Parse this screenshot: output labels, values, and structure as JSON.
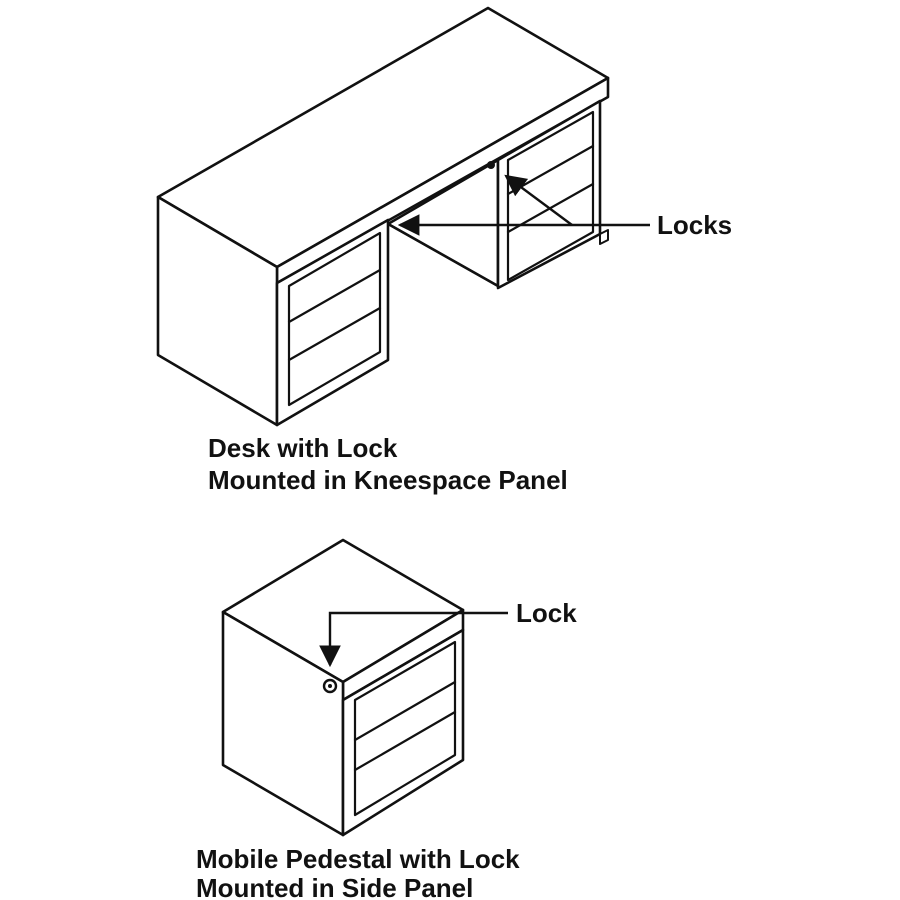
{
  "desk": {
    "callout": "Locks",
    "caption_line1": "Desk with Lock",
    "caption_line2": "Mounted in Kneespace Panel"
  },
  "pedestal": {
    "callout": "Lock",
    "caption_line1": "Mobile Pedestal with Lock",
    "caption_line2": "Mounted in Side Panel"
  },
  "colors": {
    "line": "#111111",
    "fill": "#ffffff"
  }
}
